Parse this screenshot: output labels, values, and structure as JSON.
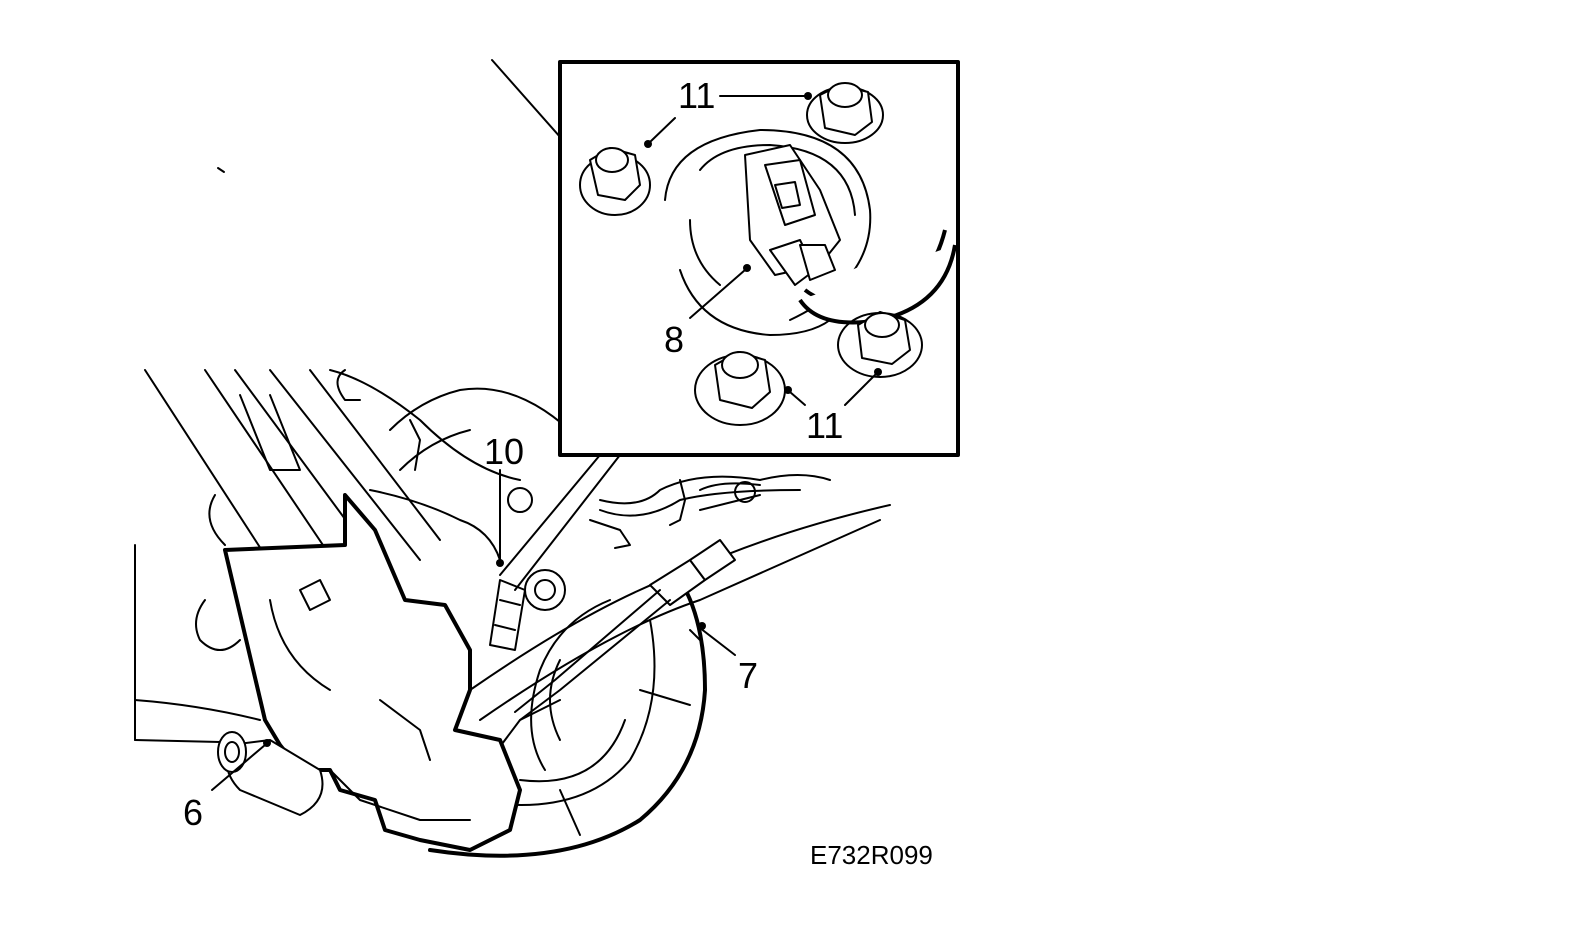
{
  "callouts": {
    "c6": "6",
    "c7": "7",
    "c8": "8",
    "c10": "10",
    "c11_top": "11",
    "c11_bottom": "11"
  },
  "figure_code": "E732R099",
  "colors": {
    "line": "#000000",
    "background": "#ffffff"
  }
}
